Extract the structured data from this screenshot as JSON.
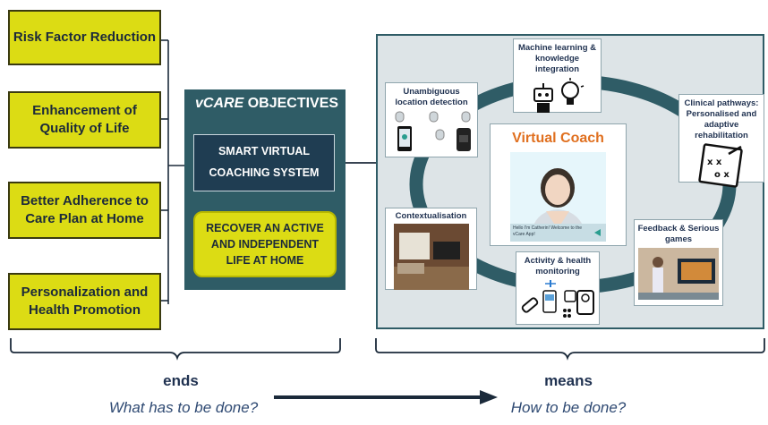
{
  "ends": {
    "items": [
      "Risk Factor Reduction",
      "Enhancement of Quality of Life",
      "Better Adherence to Care Plan at Home",
      "Personalization and Health Promotion"
    ]
  },
  "objectives": {
    "title_italic": "vCARE",
    "title_rest": "OBJECTIVES",
    "smart_line1": "SMART VIRTUAL",
    "smart_line2": "COACHING SYSTEM",
    "recover_line1": "RECOVER AN ACTIVE",
    "recover_line2": "AND  INDEPENDENT",
    "recover_line3": "LIFE AT HOME"
  },
  "means": {
    "center_title": "Virtual Coach",
    "coach_speech": "Hello I'm Catherin! Welcome to the vCare App!",
    "cards": {
      "ml": "Machine learning & knowledge integration",
      "location": "Unambiguous location detection",
      "clinical": "Clinical pathways: Personalised and adaptive rehabilitation",
      "context": "Contextualisation",
      "activity": "Activity & health monitoring",
      "feedback": "Feedback & Serious games"
    }
  },
  "captions": {
    "ends_label": "ends",
    "ends_question": "What has to be done?",
    "means_label": "means",
    "means_question": "How to be done?"
  },
  "colors": {
    "yellow": "#dcdc14",
    "teal": "#2f5c66",
    "navy": "#1f3150",
    "orange": "#e07020"
  }
}
